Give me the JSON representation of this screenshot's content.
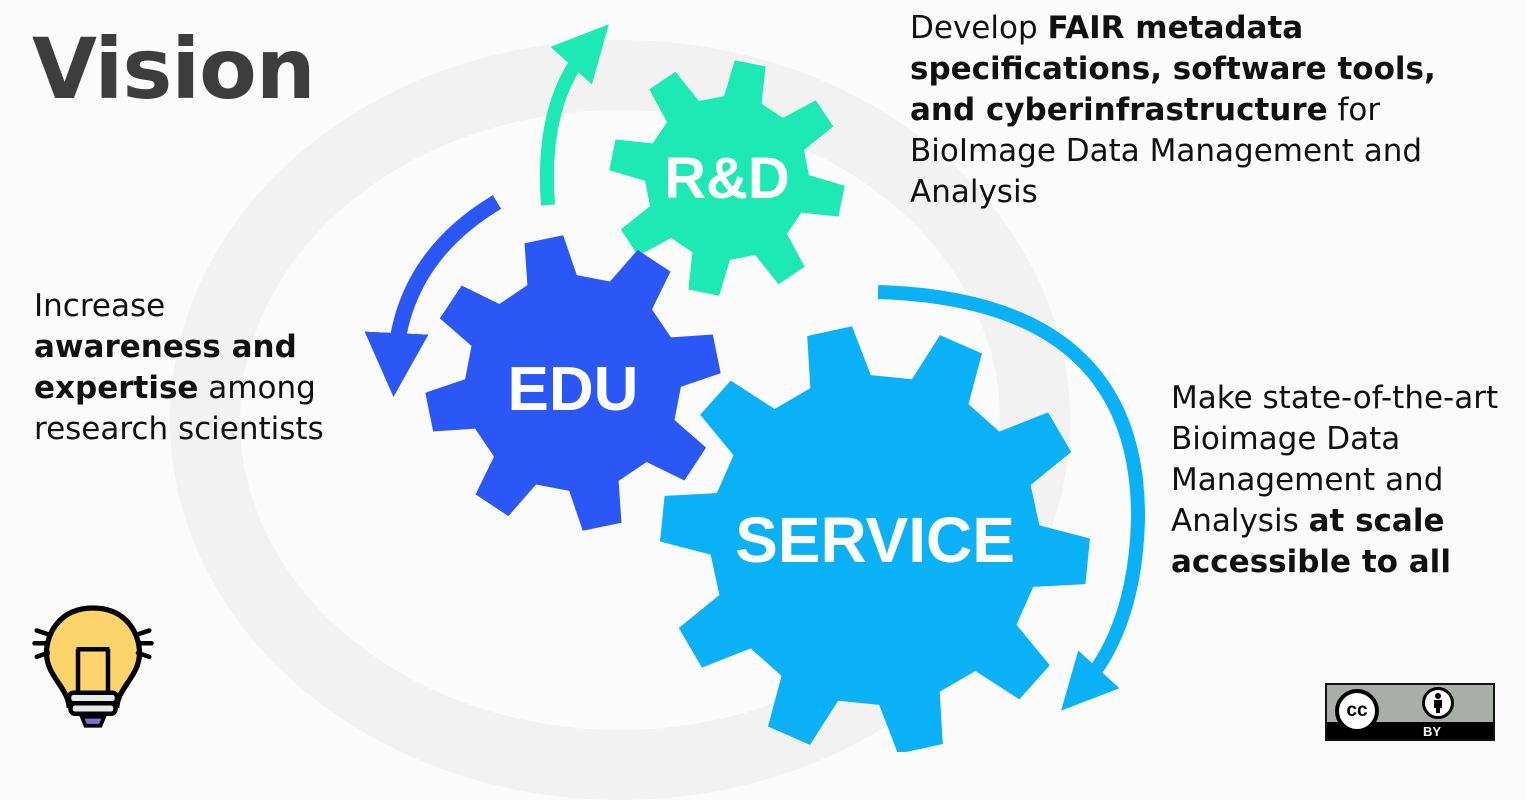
{
  "title": "Vision",
  "gears": {
    "rd": {
      "label": "R&D",
      "color": "#1ce9b4"
    },
    "edu": {
      "label": "EDU",
      "color": "#2a57f5"
    },
    "service": {
      "label": "SERVICE",
      "color": "#0bb1f7"
    }
  },
  "texts": {
    "rd": {
      "p1": "Develop ",
      "b1": "FAIR metadata specifications, software tools, and cyberinfrastructure",
      "p2": " for BioImage Data Management and Analysis"
    },
    "edu": {
      "p1": "Increase ",
      "b1": "awareness and expertise",
      "p2": " among research scientists"
    },
    "service": {
      "p1": "Make state-of-the-art Bioimage Data Management and Analysis ",
      "b1": "at scale accessible to all"
    }
  },
  "license": {
    "cc": "cc",
    "by": "BY"
  }
}
